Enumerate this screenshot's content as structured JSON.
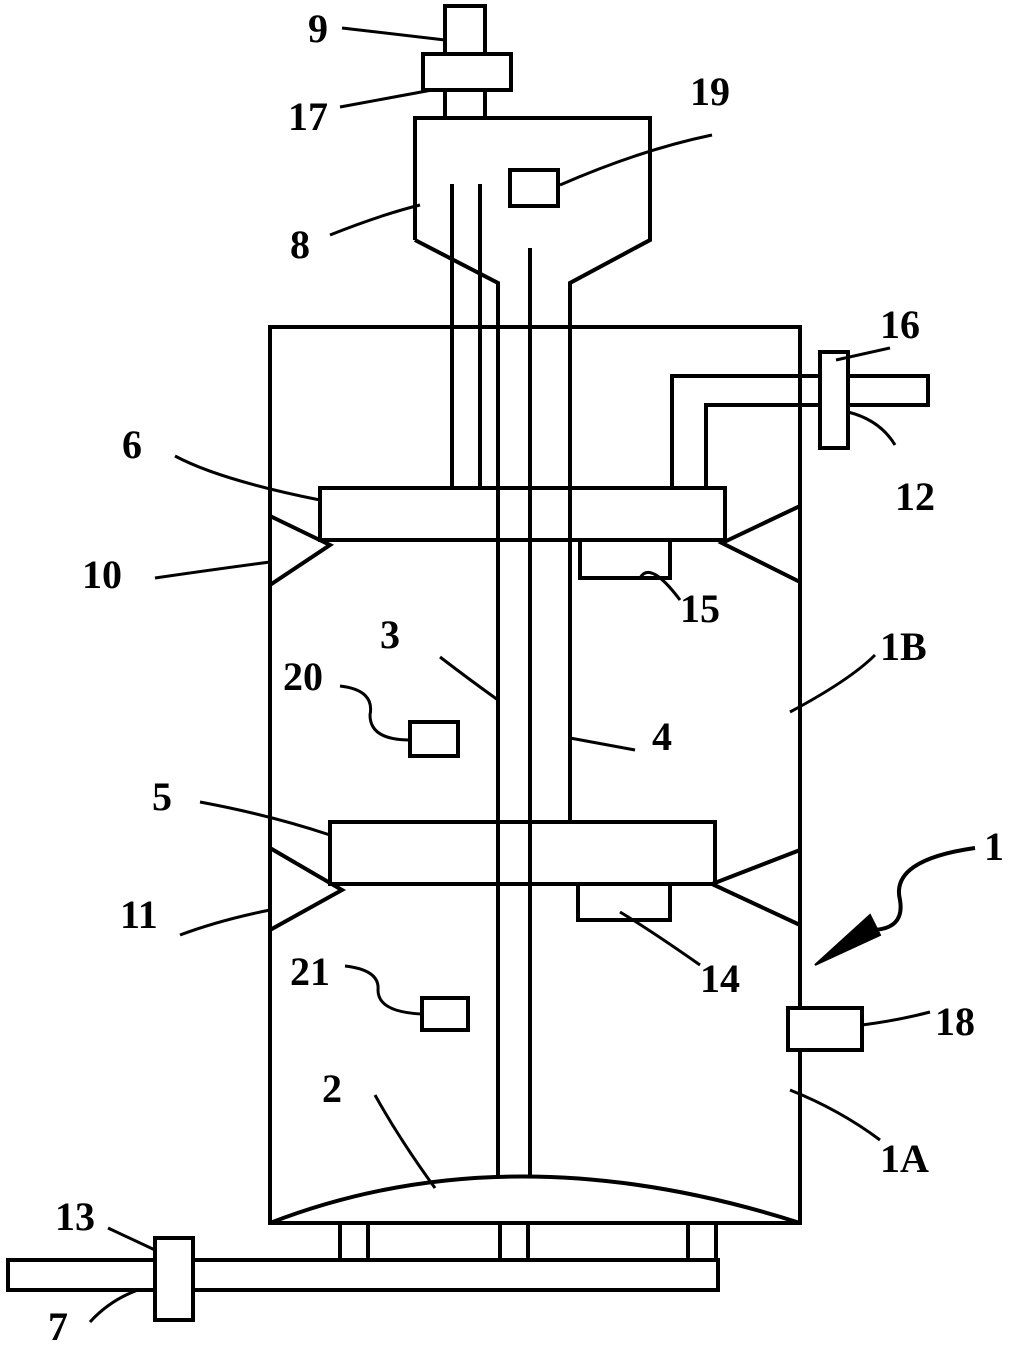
{
  "labels": {
    "l1": "1",
    "l1A": "1A",
    "l1B": "1B",
    "l2": "2",
    "l3": "3",
    "l4": "4",
    "l5": "5",
    "l6": "6",
    "l7": "7",
    "l8": "8",
    "l9": "9",
    "l10": "10",
    "l11": "11",
    "l12": "12",
    "l13": "13",
    "l14": "14",
    "l15": "15",
    "l16": "16",
    "l17": "17",
    "l18": "18",
    "l19": "19",
    "l20": "20",
    "l21": "21"
  }
}
